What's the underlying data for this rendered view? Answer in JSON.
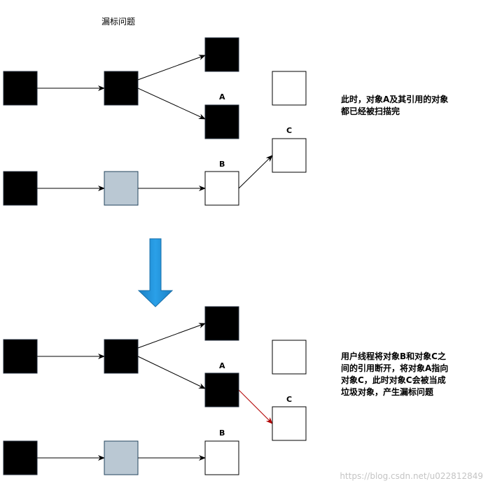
{
  "title": "漏标问题",
  "labels": {
    "top_a": "A",
    "top_b": "B",
    "top_c": "C",
    "bottom_a": "A",
    "bottom_b": "B",
    "bottom_c": "C"
  },
  "notes": {
    "top": [
      "此时，对象A及其引用的对象",
      "都已经被扫描完"
    ],
    "bottom": [
      "用户线程将对象B和对象C之",
      "间的引用断开，将对象A指向",
      "对象C，此时对象C会被当成",
      "垃圾对象，产生漏标问题"
    ]
  },
  "watermark": "https://blog.csdn.net/u022812849",
  "colors": {
    "black_node": "#000000",
    "gray_node": "#bac8d3",
    "white_node": "#ffffff",
    "arrow_down": "#1f8dd6",
    "red_edge": "#b20000"
  }
}
